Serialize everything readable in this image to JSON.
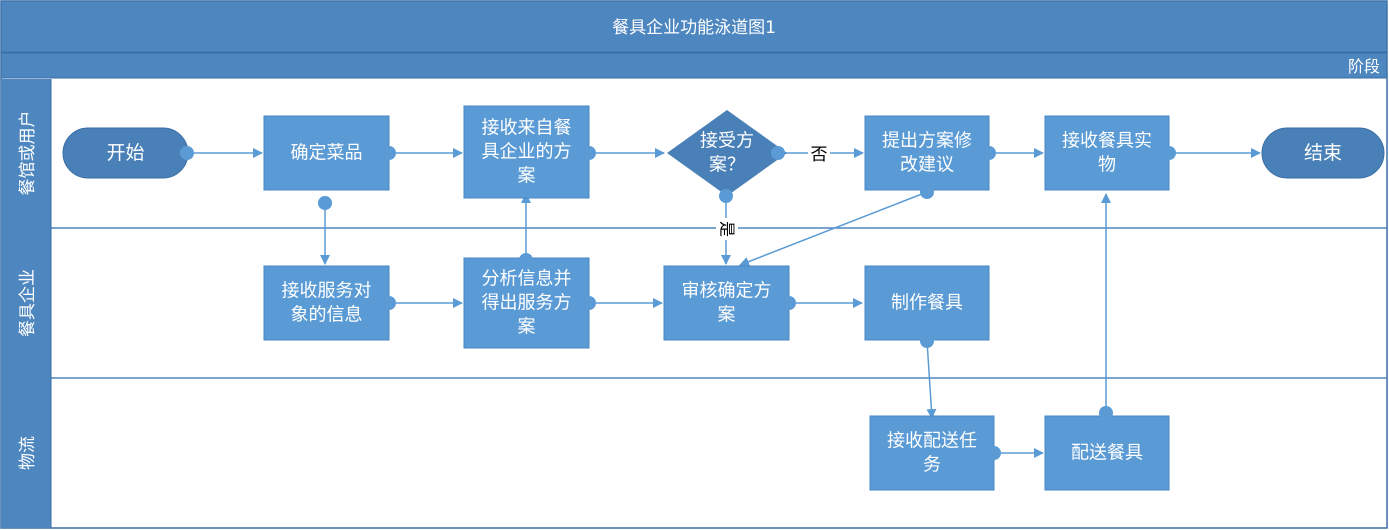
{
  "title": "餐具企业功能泳道图1",
  "phase_label": "阶段",
  "lanes": [
    {
      "id": "lane-restaurant-user",
      "label": "餐馆或用户"
    },
    {
      "id": "lane-tableware-company",
      "label": "餐具企业"
    },
    {
      "id": "lane-logistics",
      "label": "物流"
    }
  ],
  "nodes": {
    "start": [
      "开始"
    ],
    "confirm_dishes": [
      "确定菜品"
    ],
    "receive_plan": [
      "接收来自餐",
      "具企业的方",
      "案"
    ],
    "accept_decision": [
      "接受方",
      "案？"
    ],
    "propose_changes": [
      "提出方案修",
      "改建议"
    ],
    "receive_goods": [
      "接收餐具实",
      "物"
    ],
    "end": [
      "结束"
    ],
    "receive_info": [
      "接收服务对",
      "象的信息"
    ],
    "analyze_info": [
      "分析信息并",
      "得出服务方",
      "案"
    ],
    "review_plan": [
      "审核确定方",
      "案"
    ],
    "make_tableware": [
      "制作餐具"
    ],
    "receive_delivery_task": [
      "接收配送任",
      "务"
    ],
    "deliver_tableware": [
      "配送餐具"
    ]
  },
  "edge_labels": {
    "no": "否",
    "yes": "是"
  },
  "colors": {
    "header": "#4E86BF",
    "header_border": "#3A6EA5",
    "process": "#5B9BD5",
    "terminal": "#4A80B8",
    "line": "#5B9BD5",
    "lane_line": "#4E86BF"
  }
}
